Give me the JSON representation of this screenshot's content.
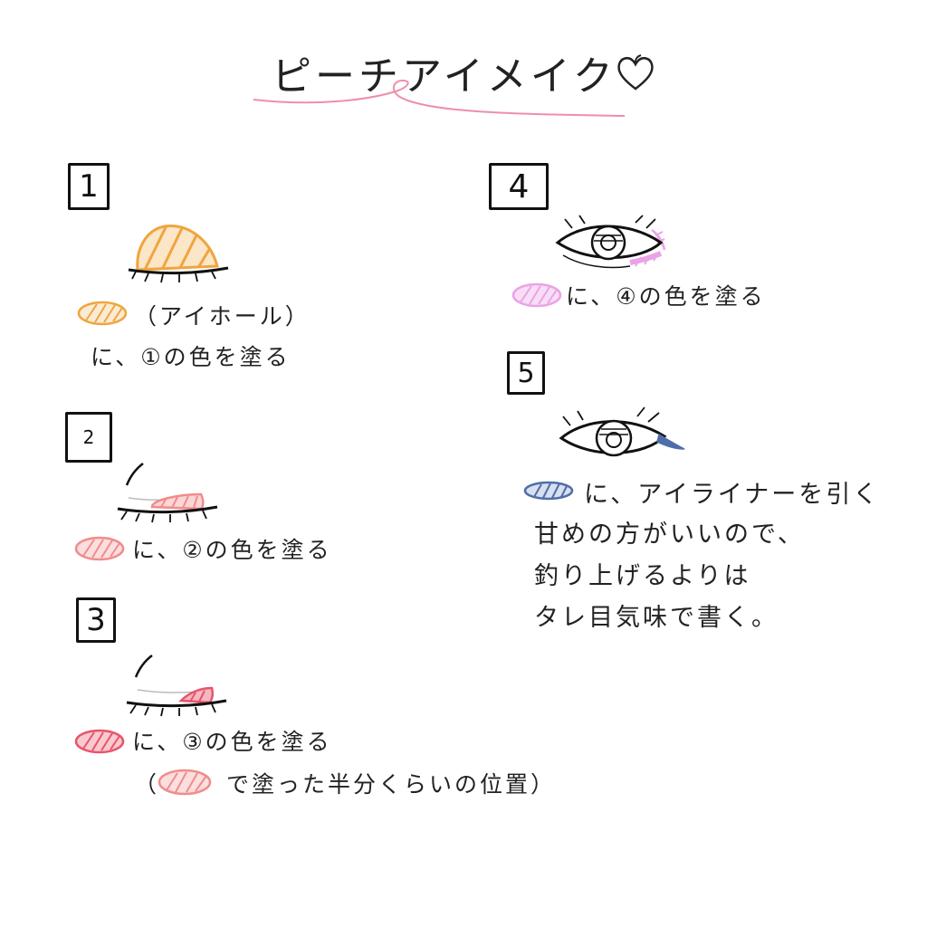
{
  "title": "ピーチアイメイク",
  "colors": {
    "orange": "#F0A53E",
    "pink2": "#F08C8C",
    "pink3": "#E8546A",
    "lilac": "#EAA3E6",
    "navy": "#4F6EA8",
    "title_curl": "#EE8FAA"
  },
  "steps": {
    "s1": {
      "num": "1",
      "line1": "（アイホール）",
      "line2": "に、①の色を塗る"
    },
    "s2": {
      "num": "2",
      "line1": "に、②の色を塗る"
    },
    "s3": {
      "num": "3",
      "line1": "に、③の色を塗る",
      "line2_open": "（",
      "line2_rest": "で塗った半分くらいの位置）"
    },
    "s4": {
      "num": "4",
      "line1": "に、④の色を塗る"
    },
    "s5": {
      "num": "5",
      "line1": "に、アイライナーを引く",
      "line2": "甘めの方がいいので、",
      "line3": "釣り上げるよりは",
      "line4": "タレ目気味で書く。"
    }
  }
}
